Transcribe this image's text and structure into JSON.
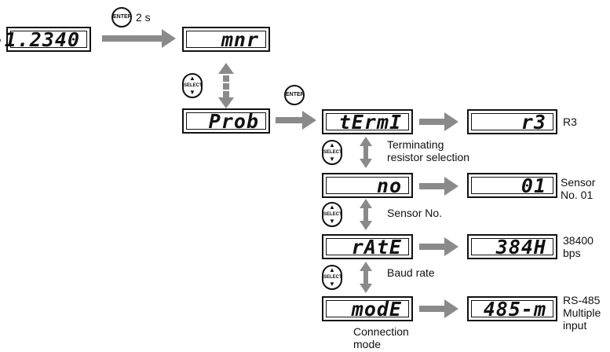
{
  "top": {
    "display_value": "-1.2340",
    "enter_button": "ENTER",
    "hold_time": "2 s"
  },
  "menu": {
    "mnr_display": "mnr",
    "prob_display": "Prob",
    "select_button": "SELECT",
    "enter_button": "ENTER"
  },
  "rows": [
    {
      "display": "tErmI",
      "value_display": "r3",
      "value_label": "R3",
      "description": "Terminating\nresistor selection"
    },
    {
      "display": "no",
      "value_display": "01",
      "value_label": "Sensor\nNo. 01",
      "description": "Sensor No."
    },
    {
      "display": "rAtE",
      "value_display": "384H",
      "value_label": "38400\nbps",
      "description": "Baud rate"
    },
    {
      "display": "modE",
      "value_display": "485-m",
      "value_label": "RS-485\nMultiple\ninput",
      "description": "Connection\nmode"
    }
  ]
}
